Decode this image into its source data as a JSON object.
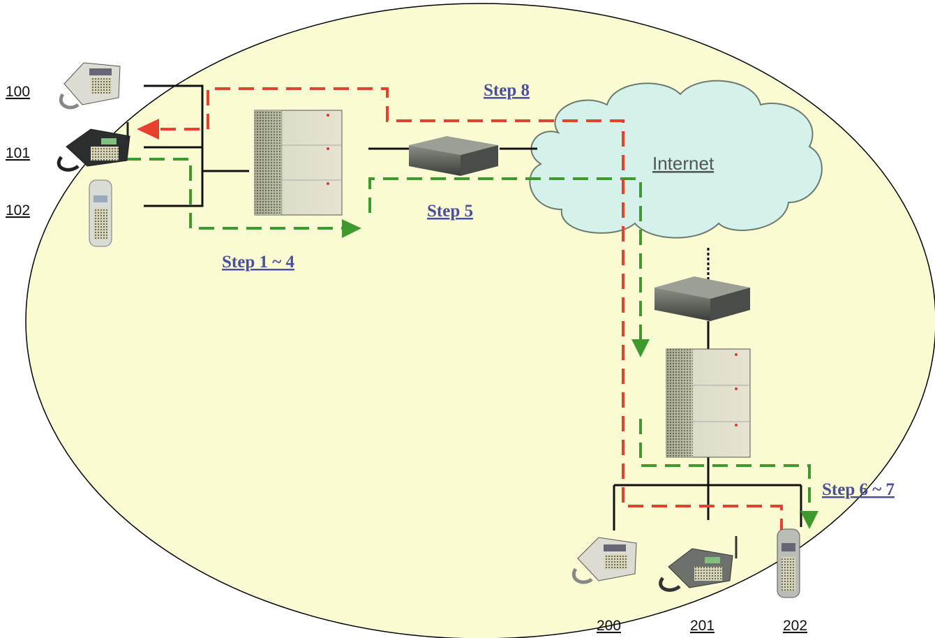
{
  "diagram": {
    "extensions_left": [
      "100",
      "101",
      "102"
    ],
    "extensions_right": [
      "200",
      "201",
      "202"
    ],
    "steps": {
      "step_1_4": "Step 1 ~ 4",
      "step_5": "Step 5",
      "step_6_7": "Step 6 ~ 7",
      "step_8": "Step 8"
    },
    "cloud_label": "Internet",
    "icons": {
      "phone_100": "desk-phone-icon",
      "phone_101": "cordless-base-phone-icon",
      "phone_102": "cordless-handset-icon",
      "pbx_left": "pbx-cabinet-icon",
      "gateway_left": "voip-gateway-icon",
      "cloud": "internet-cloud-icon",
      "gateway_right": "voip-gateway-icon",
      "pbx_right": "pbx-cabinet-icon",
      "phone_200": "desk-phone-icon",
      "phone_201": "cordless-base-phone-icon",
      "phone_202": "cordless-handset-icon"
    },
    "colors": {
      "background_ellipse": "#fbfbd3",
      "green_path": "#3f9a2d",
      "red_path": "#e8402e",
      "step_text": "#4a4f9a",
      "wire": "#111111"
    }
  }
}
